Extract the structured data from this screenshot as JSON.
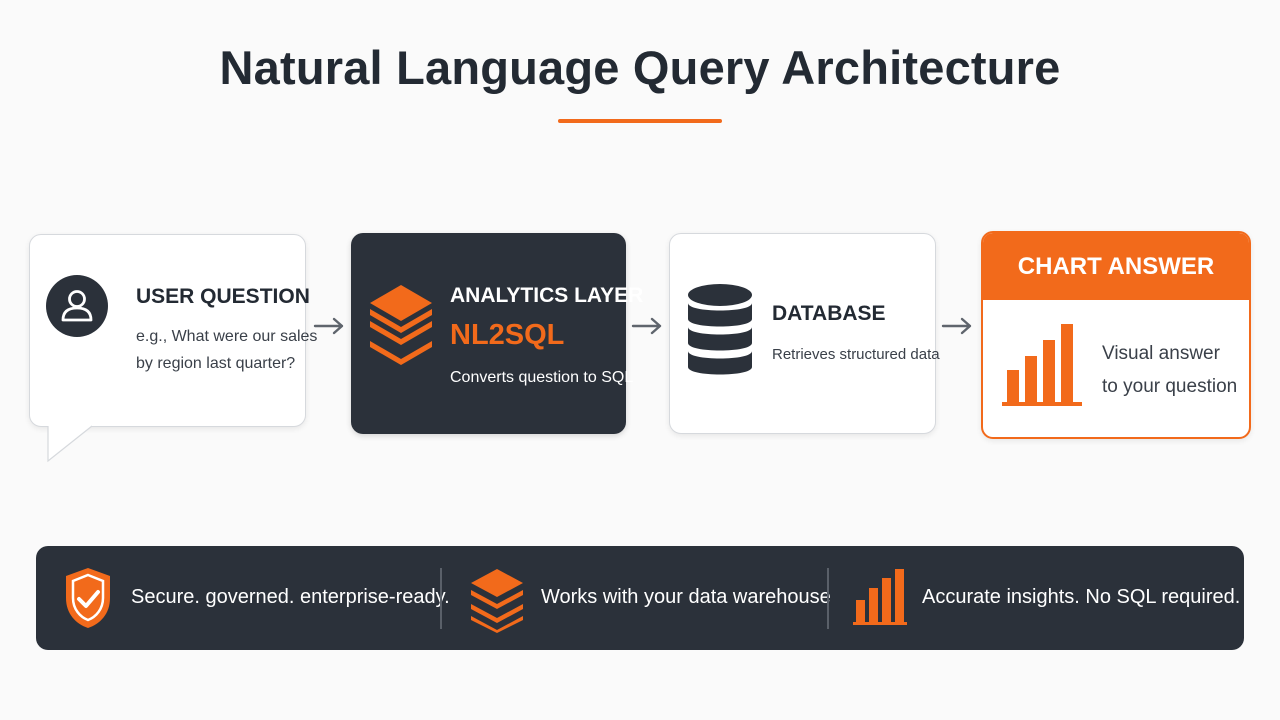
{
  "title": "Natural Language Query Architecture",
  "colors": {
    "accent": "#f26a1b",
    "dark": "#2b313a",
    "text": "#232a33"
  },
  "steps": {
    "user": {
      "heading": "USER QUESTION",
      "line1": "e.g., What were our sales",
      "line2": "by region last quarter?",
      "icon": "user-icon"
    },
    "analytics": {
      "heading": "ANALYTICS LAYER",
      "subheading": "NL2SQL",
      "body": "Converts question to SQL",
      "icon": "layers-icon"
    },
    "database": {
      "heading": "DATABASE",
      "body": "Retrieves structured data",
      "icon": "database-icon"
    },
    "chart": {
      "heading": "CHART ANSWER",
      "line1": "Visual answer",
      "line2": "to your question",
      "icon": "bar-chart-icon"
    }
  },
  "footer": {
    "items": [
      {
        "label": "Secure. governed. enterprise-ready.",
        "icon": "shield-check-icon"
      },
      {
        "label": "Works with your data warehouse",
        "icon": "layers-icon"
      },
      {
        "label": "Accurate insights. No SQL required.",
        "icon": "bar-chart-icon"
      }
    ]
  }
}
